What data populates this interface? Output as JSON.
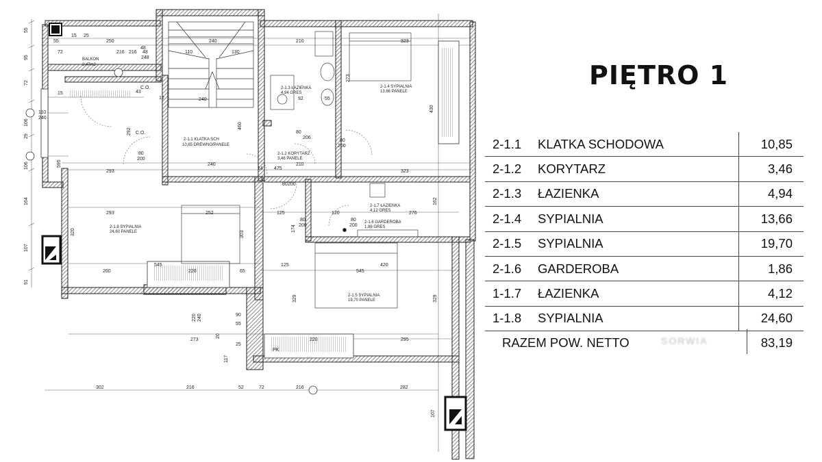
{
  "title": "PIĘTRO 1",
  "rooms": [
    {
      "code": "2-1.1",
      "name": "KLATKA SCHODOWA",
      "area": "10,85"
    },
    {
      "code": "2-1.2",
      "name": "KORYTARZ",
      "area": "3,46"
    },
    {
      "code": "2-1.3",
      "name": "ŁAZIENKA",
      "area": "4,94"
    },
    {
      "code": "2-1.4",
      "name": "SYPIALNIA",
      "area": "13,66"
    },
    {
      "code": "2-1.5",
      "name": "SYPIALNIA",
      "area": "19,70"
    },
    {
      "code": "2-1.6",
      "name": "GARDEROBA",
      "area": "1,86"
    },
    {
      "code": "1-1.7",
      "name": "ŁAZIENKA",
      "area": "4,12"
    },
    {
      "code": "1-1.8",
      "name": "SYPIALNIA",
      "area": "24,60"
    }
  ],
  "total": {
    "label": "RAZEM POW. NETTO",
    "watermark": "SORWIA",
    "value": "83,19"
  },
  "plan": {
    "balkon": {
      "name": "BALKON",
      "area": "3,47m2"
    },
    "labels": {
      "klatka": {
        "code": "2-1.1 KLATKA SCH",
        "spec": "10,85 DREWNO/PANELE"
      },
      "korytarz": {
        "code": "2-1.2 KORYTARZ",
        "spec": "3,46 PANELE"
      },
      "lazienka_top": {
        "code": "2-1.3 ŁAZIENKA",
        "spec": "4,94 GRES"
      },
      "sypialnia_ne": {
        "code": "2-1.4 SYPIALNIA",
        "spec": "13,66 PANELE"
      },
      "sypialnia_w": {
        "code": "2-1.8 SYPIALNIA",
        "spec": "24,60 PANELE"
      },
      "lazienka_mid": {
        "code": "2-1.7 ŁAZIENKA",
        "spec": "4,12 GRES"
      },
      "garderoba": {
        "code": "2-1.6 GARDEROBA",
        "spec": "1,86 GRES"
      },
      "sypialnia_s": {
        "code": "2-1.5 SYPIALNIA",
        "spec": "19,70 PANELE"
      },
      "co1": "C.O.",
      "co2": "C.O.",
      "pk": "PK"
    },
    "dims": {
      "top": [
        "55",
        "250",
        "216",
        "48",
        "240",
        "240",
        "210",
        "323"
      ],
      "top2": [
        "72",
        "216",
        "48",
        "248",
        "110",
        "130"
      ],
      "mid": [
        "293",
        "240",
        "475",
        "210",
        "323"
      ],
      "mid2": [
        "293",
        "252",
        "125",
        "120",
        "276"
      ],
      "low": [
        "545",
        "125",
        "420"
      ],
      "low2": [
        "260",
        "220",
        "65",
        "545"
      ],
      "bottom": [
        "273",
        "220",
        "295"
      ],
      "bottom2": [
        "302",
        "216",
        "52",
        "72",
        "216",
        "282"
      ],
      "vert_left": [
        "55",
        "95",
        "72",
        "106",
        "29",
        "106",
        "164",
        "107",
        "91"
      ],
      "vert_inner": [
        "292",
        "595",
        "320",
        "303",
        "329",
        "329",
        "162",
        "174",
        "273",
        "430",
        "460"
      ],
      "doors": [
        "80",
        "200",
        "80",
        "206",
        "80",
        "200",
        "80",
        "200",
        "80",
        "200",
        "80",
        "200"
      ],
      "misc": [
        "15",
        "25",
        "12",
        "92",
        "55",
        "43",
        "110",
        "240",
        "220",
        "240",
        "90",
        "55",
        "117",
        "20",
        "107",
        "25",
        "15",
        "14"
      ]
    }
  }
}
